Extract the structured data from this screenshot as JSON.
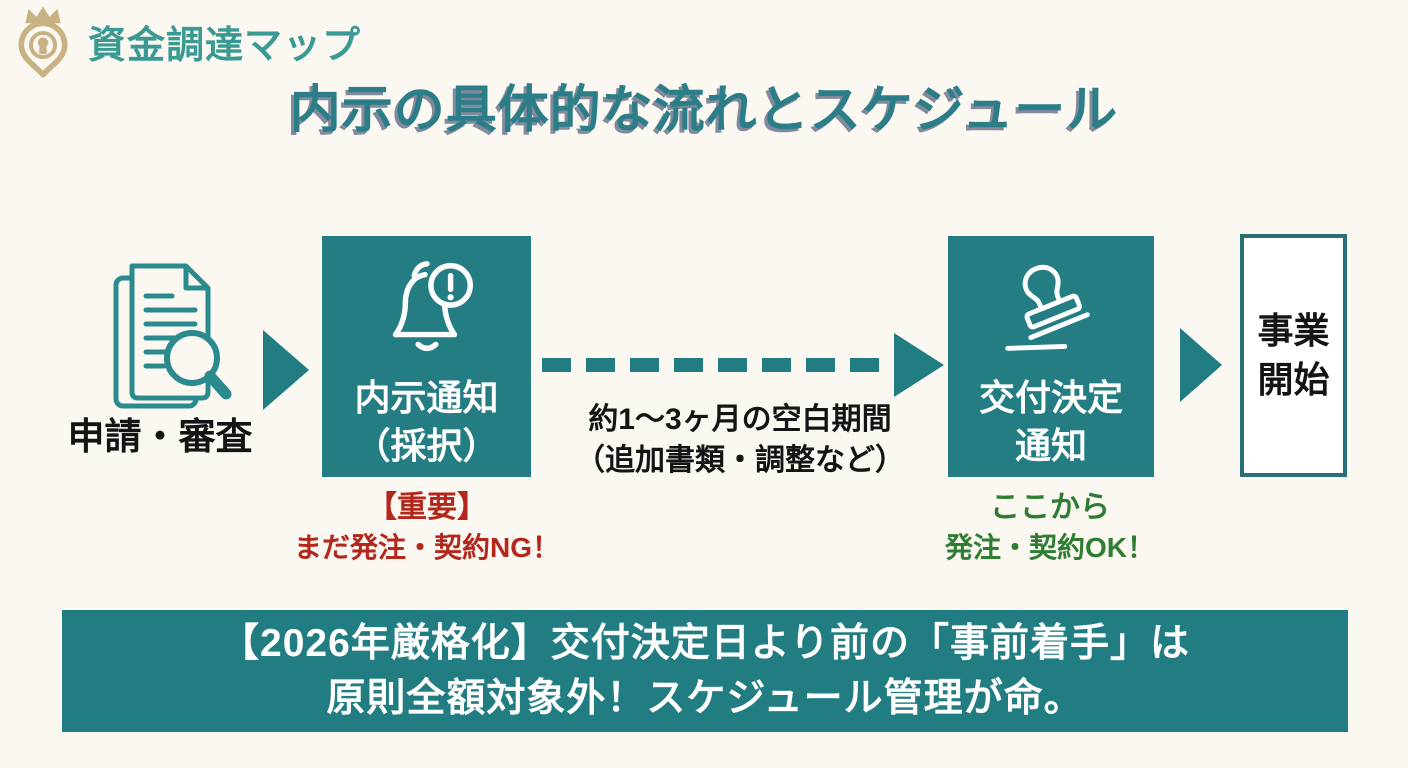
{
  "brand": {
    "name": "資金調達マップ"
  },
  "title": "内示の具体的な流れとスケジュール",
  "flow": {
    "application": {
      "label": "申請・審査"
    },
    "naiji": {
      "line1": "内示通知",
      "line2": "（採択）"
    },
    "gap": {
      "line1": "約1〜3ヶ月の空白期間",
      "line2": "（追加書類・調整など）"
    },
    "kofu": {
      "line1": "交付決定",
      "line2": "通知"
    },
    "start": {
      "line1": "事業",
      "line2": "開始"
    }
  },
  "notes": {
    "important": {
      "heading": "【重要】",
      "body": "まだ発注・契約NG！"
    },
    "ok": {
      "heading": "ここから",
      "body": "発注・契約OK！"
    }
  },
  "banner": {
    "line1": "【2026年厳格化】交付決定日より前の「事前着手」は",
    "line2": "原則全額対象外！スケジュール管理が命。"
  },
  "icons": {
    "logo": "crown-map-pin-icon",
    "application": "document-magnifier-icon",
    "naiji": "bell-alert-icon",
    "kofu": "stamp-icon"
  },
  "colors": {
    "background": "#fbf8f2",
    "teal": "#217d82",
    "box_teal": "#237d83",
    "border_teal": "#2a6f75",
    "logo_teal": "#3a9a93",
    "gold": "#c8b284",
    "title_teal": "#2b7e88",
    "warning_red": "#b3271c",
    "ok_green": "#2e7d32",
    "text_black": "#141414",
    "white": "#ffffff"
  }
}
